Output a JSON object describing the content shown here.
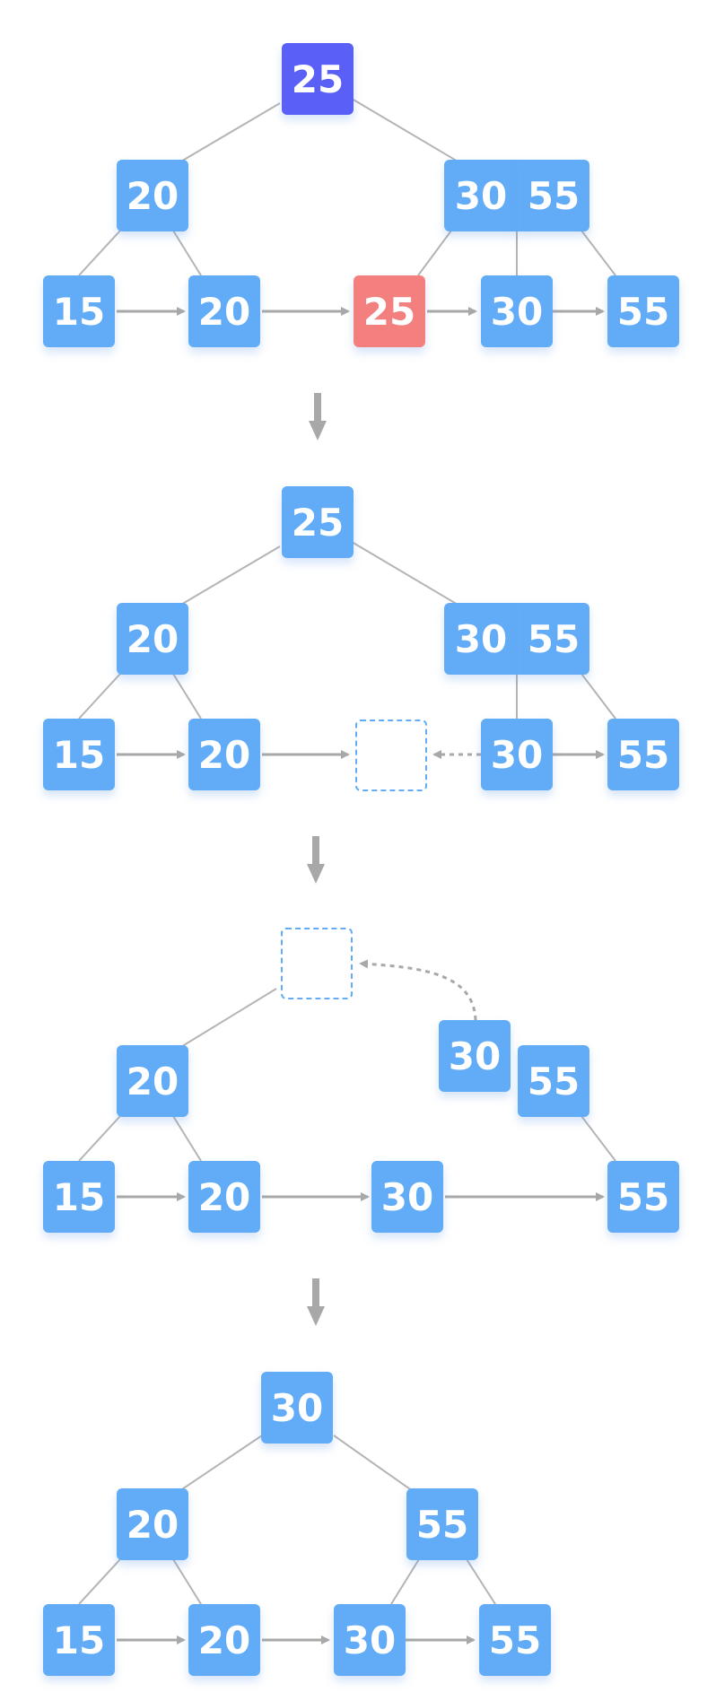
{
  "colors": {
    "node": "#62acf7",
    "root_highlight": "#5a5ff5",
    "deleted": "#f47f7f",
    "edge": "#b4b4b4",
    "arrow": "#a8a8a8",
    "ghost_border": "#62acf7"
  },
  "panels": [
    {
      "nodes": [
        {
          "id": "p1-root",
          "text": "25",
          "style": "root_highlight"
        },
        {
          "id": "p1-int-left",
          "text": "20",
          "style": "node"
        },
        {
          "id": "p1-int-right-a",
          "text": "30",
          "style": "node"
        },
        {
          "id": "p1-int-right-b",
          "text": "55",
          "style": "node"
        },
        {
          "id": "p1-leaf-15",
          "text": "15",
          "style": "node"
        },
        {
          "id": "p1-leaf-20",
          "text": "20",
          "style": "node"
        },
        {
          "id": "p1-leaf-25",
          "text": "25",
          "style": "deleted"
        },
        {
          "id": "p1-leaf-30",
          "text": "30",
          "style": "node"
        },
        {
          "id": "p1-leaf-55",
          "text": "55",
          "style": "node"
        }
      ]
    },
    {
      "nodes": [
        {
          "id": "p2-root",
          "text": "25",
          "style": "node"
        },
        {
          "id": "p2-int-left",
          "text": "20",
          "style": "node"
        },
        {
          "id": "p2-int-right-a",
          "text": "30",
          "style": "node"
        },
        {
          "id": "p2-int-right-b",
          "text": "55",
          "style": "node"
        },
        {
          "id": "p2-leaf-15",
          "text": "15",
          "style": "node"
        },
        {
          "id": "p2-leaf-20",
          "text": "20",
          "style": "node"
        },
        {
          "id": "p2-leaf-empty",
          "text": "",
          "style": "ghost"
        },
        {
          "id": "p2-leaf-30",
          "text": "30",
          "style": "node"
        },
        {
          "id": "p2-leaf-55",
          "text": "55",
          "style": "node"
        }
      ]
    },
    {
      "nodes": [
        {
          "id": "p3-root-empty",
          "text": "",
          "style": "ghost"
        },
        {
          "id": "p3-int-left",
          "text": "20",
          "style": "node"
        },
        {
          "id": "p3-moving-30",
          "text": "30",
          "style": "node"
        },
        {
          "id": "p3-int-right-55",
          "text": "55",
          "style": "node"
        },
        {
          "id": "p3-leaf-15",
          "text": "15",
          "style": "node"
        },
        {
          "id": "p3-leaf-20",
          "text": "20",
          "style": "node"
        },
        {
          "id": "p3-leaf-30",
          "text": "30",
          "style": "node"
        },
        {
          "id": "p3-leaf-55",
          "text": "55",
          "style": "node"
        }
      ]
    },
    {
      "nodes": [
        {
          "id": "p4-root",
          "text": "30",
          "style": "node"
        },
        {
          "id": "p4-int-left",
          "text": "20",
          "style": "node"
        },
        {
          "id": "p4-int-right",
          "text": "55",
          "style": "node"
        },
        {
          "id": "p4-leaf-15",
          "text": "15",
          "style": "node"
        },
        {
          "id": "p4-leaf-20",
          "text": "20",
          "style": "node"
        },
        {
          "id": "p4-leaf-30",
          "text": "30",
          "style": "node"
        },
        {
          "id": "p4-leaf-55",
          "text": "55",
          "style": "node"
        }
      ]
    }
  ]
}
